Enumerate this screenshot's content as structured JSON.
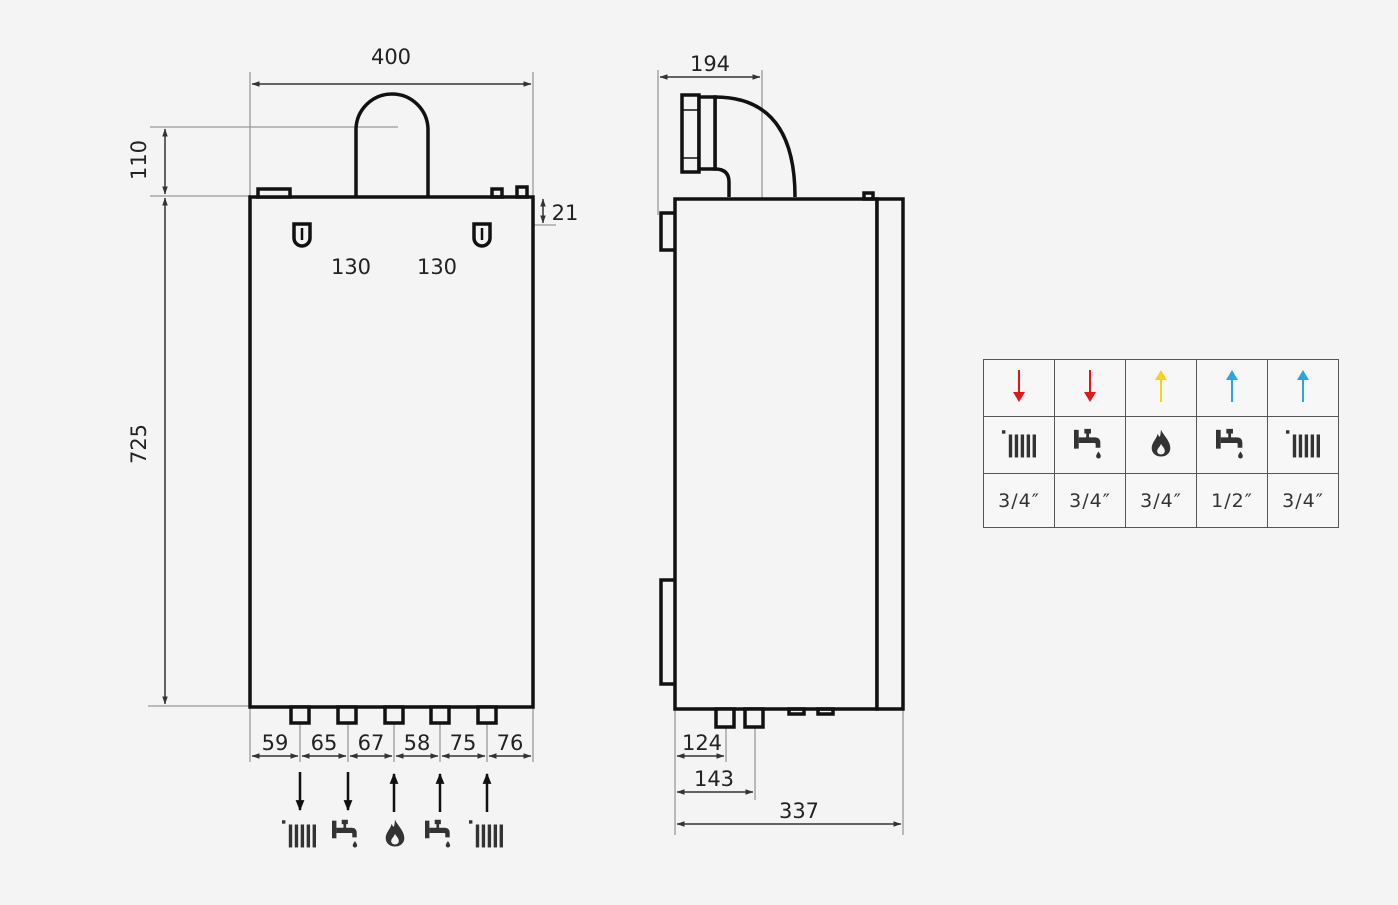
{
  "front": {
    "width": "400",
    "pipe_height": "110",
    "height": "725",
    "bracket_offset": "21",
    "bracket_spacing_left": "130",
    "bracket_spacing_right": "130",
    "bottom_spacings": [
      "59",
      "65",
      "67",
      "58",
      "75",
      "76"
    ],
    "bottom_symbols": [
      {
        "arrow": "down",
        "icon": "radiator-icon"
      },
      {
        "arrow": "down",
        "icon": "tap-icon"
      },
      {
        "arrow": "up",
        "icon": "flame-icon"
      },
      {
        "arrow": "up",
        "icon": "tap-icon"
      },
      {
        "arrow": "up",
        "icon": "radiator-icon"
      }
    ]
  },
  "side": {
    "flue_offset": "194",
    "conn_1": "124",
    "conn_2": "143",
    "depth": "337"
  },
  "connections_table": {
    "arrows": [
      {
        "direction": "down",
        "color": "#e8141c"
      },
      {
        "direction": "down",
        "color": "#e8141c"
      },
      {
        "direction": "up",
        "color": "#f5d31c"
      },
      {
        "direction": "up",
        "color": "#2ba6e0"
      },
      {
        "direction": "up",
        "color": "#2ba6e0"
      }
    ],
    "icons": [
      "radiator-icon",
      "tap-icon",
      "flame-icon",
      "tap-icon",
      "radiator-icon"
    ],
    "sizes": [
      "3/4″",
      "3/4″",
      "3/4″",
      "1/2″",
      "3/4″"
    ]
  }
}
